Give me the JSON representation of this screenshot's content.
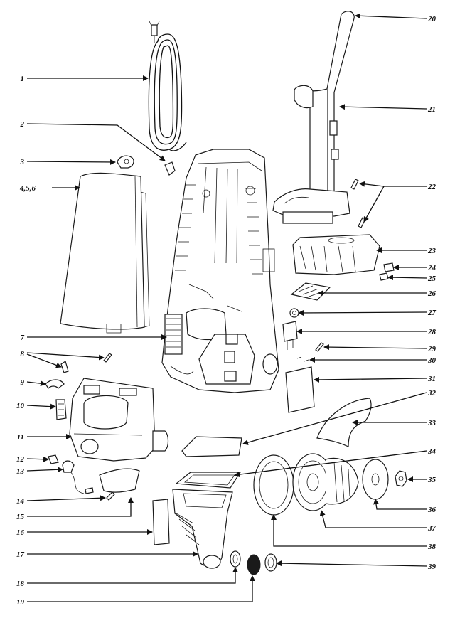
{
  "diagram": {
    "callouts": [
      {
        "id": "c1",
        "label": "1"
      },
      {
        "id": "c2",
        "label": "2"
      },
      {
        "id": "c3",
        "label": "3"
      },
      {
        "id": "c4",
        "label": "4,5,6"
      },
      {
        "id": "c7",
        "label": "7"
      },
      {
        "id": "c8",
        "label": "8"
      },
      {
        "id": "c9",
        "label": "9"
      },
      {
        "id": "c10",
        "label": "10"
      },
      {
        "id": "c11",
        "label": "11"
      },
      {
        "id": "c12",
        "label": "12"
      },
      {
        "id": "c13",
        "label": "13"
      },
      {
        "id": "c14",
        "label": "14"
      },
      {
        "id": "c15",
        "label": "15"
      },
      {
        "id": "c16",
        "label": "16"
      },
      {
        "id": "c17",
        "label": "17"
      },
      {
        "id": "c18",
        "label": "18"
      },
      {
        "id": "c19",
        "label": "19"
      },
      {
        "id": "c20",
        "label": "20"
      },
      {
        "id": "c21",
        "label": "21"
      },
      {
        "id": "c22",
        "label": "22"
      },
      {
        "id": "c23",
        "label": "23"
      },
      {
        "id": "c24",
        "label": "24"
      },
      {
        "id": "c25",
        "label": "25"
      },
      {
        "id": "c26",
        "label": "26"
      },
      {
        "id": "c27",
        "label": "27"
      },
      {
        "id": "c28",
        "label": "28"
      },
      {
        "id": "c29",
        "label": "29"
      },
      {
        "id": "c30",
        "label": "30"
      },
      {
        "id": "c31",
        "label": "31"
      },
      {
        "id": "c32",
        "label": "32"
      },
      {
        "id": "c33",
        "label": "33"
      },
      {
        "id": "c34",
        "label": "34"
      },
      {
        "id": "c35",
        "label": "35"
      },
      {
        "id": "c36",
        "label": "36"
      },
      {
        "id": "c37",
        "label": "37"
      },
      {
        "id": "c38",
        "label": "38"
      },
      {
        "id": "c39",
        "label": "39"
      }
    ]
  }
}
